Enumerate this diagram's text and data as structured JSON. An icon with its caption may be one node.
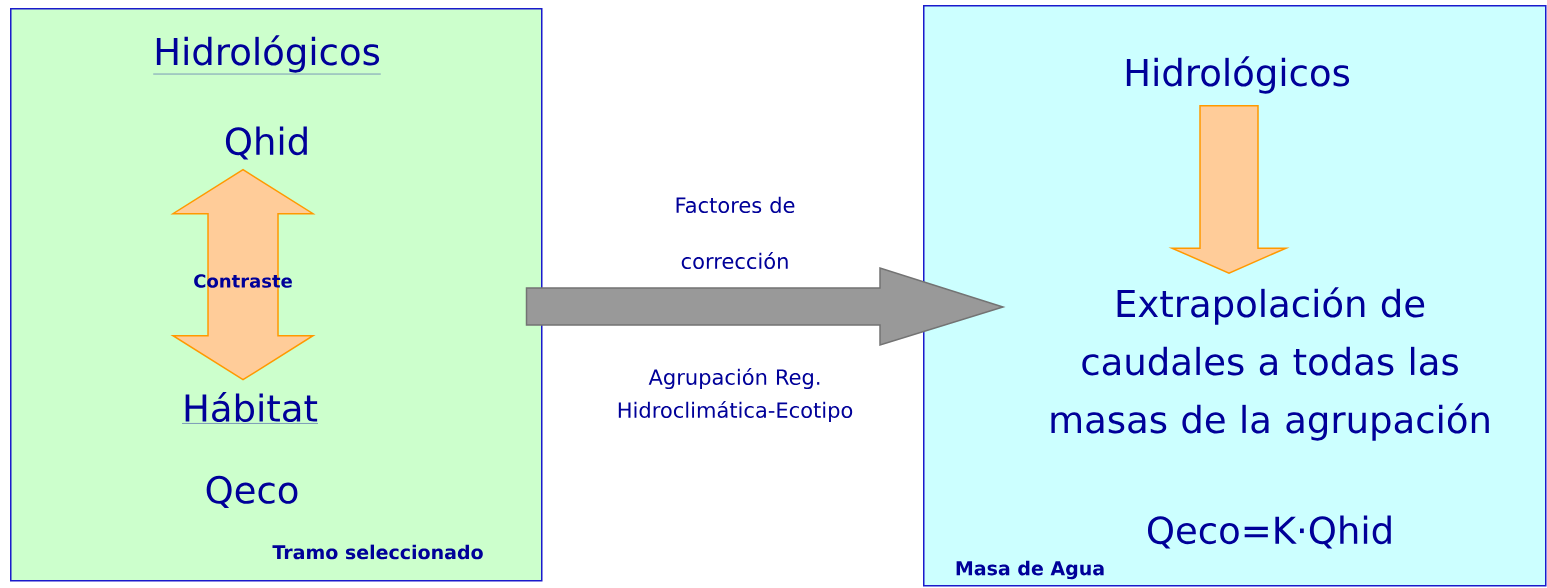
{
  "diagram": {
    "nodes": [
      {
        "text": [
          "Tramo seleccionado"
        ]
      },
      {
        "text": [
          "Hidrológicos"
        ],
        "in": 0
      },
      {
        "text": [
          "Qhid"
        ],
        "in": 0
      },
      {
        "text": [
          "Hábitat"
        ],
        "in": 0
      },
      {
        "text": [
          "Qeco"
        ],
        "in": 0
      },
      {
        "text": [
          "Masa de Agua"
        ]
      },
      {
        "text": [
          "Hidrológicos"
        ],
        "in": 5
      },
      {
        "text": [
          "Extrapolación de caudales a todas las masas de la agrupación"
        ],
        "in": 5
      },
      {
        "text": [
          "Qeco=K·Qhid"
        ],
        "in": 5
      }
    ],
    "edges": [
      {
        "from": 2,
        "to": 3,
        "arrow": "both",
        "label": "Contraste"
      },
      {
        "from": 0,
        "to": 5,
        "arrow": "to",
        "label": "Factores de corrección",
        "color": "#999999"
      },
      {
        "from": 6,
        "to": 7,
        "arrow": "to"
      }
    ],
    "labels": [
      "Agrupación Reg. Hidroclimática-Ecotipo"
    ]
  }
}
